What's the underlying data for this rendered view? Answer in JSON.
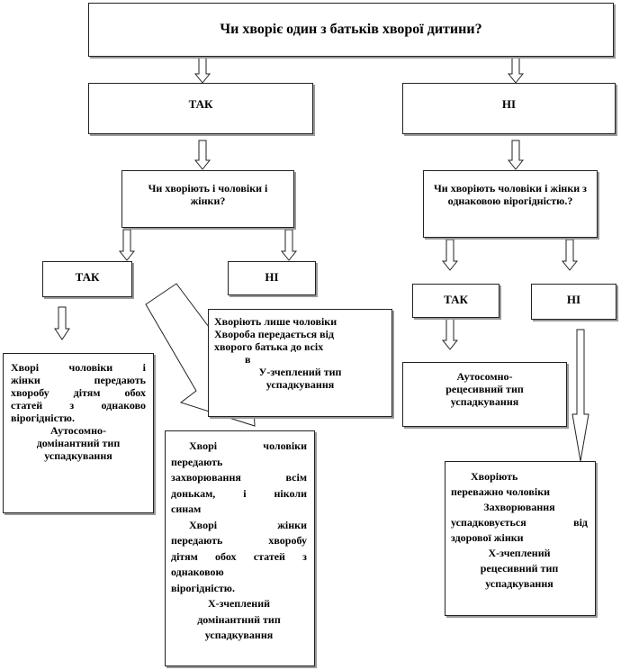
{
  "question_main": "Чи хворіє один з батьків хворої дитини?",
  "branch_yes": "ТАК",
  "branch_no": "НІ",
  "q_left": "Чи хворіють і чоловіки і жінки?",
  "q_right": "Чи хворіють чоловіки і жінки з однаковою вірогідністю.?",
  "left_yes": "ТАК",
  "left_no": "НІ",
  "right_yes": "ТАК",
  "right_no": "НІ",
  "ad": {
    "lines": [
      "Хворі чоловіки і",
      "жінки передають",
      "хворобу дітям обох",
      "статей з однаково",
      "вірогідністю."
    ],
    "type_lines": [
      "Аутосомно-",
      "домінантний тип",
      "успадкування"
    ]
  },
  "y": {
    "lines": [
      "Хворіють лише чоловіки",
      "Хвороба передається від",
      "хворого батька до всіх",
      "в"
    ],
    "type_lines": [
      "У-зчеплений тип",
      "успадкування"
    ]
  },
  "xd": {
    "lines": [
      "Хворі чоловіки",
      "передають",
      "захворювання всім",
      "донькам, і ніколи",
      "синам",
      "Хворі жінки",
      "передають хворобу",
      "дітям обох статей з",
      "однаковою",
      "вірогідністю."
    ],
    "type_lines": [
      "Х-зчеплений",
      "домінантний тип",
      "успадкування"
    ]
  },
  "ar": {
    "type_lines": [
      "Аутосомно-",
      "рецесивний тип",
      "успадкування"
    ]
  },
  "xr": {
    "lines": [
      "Хворіють",
      "переважно чоловіки",
      "Захворювання",
      "успадковується від",
      "здорової жінки"
    ],
    "type_lines": [
      "Х-зчеплений",
      "рецесивний тип",
      "успадкування"
    ]
  }
}
